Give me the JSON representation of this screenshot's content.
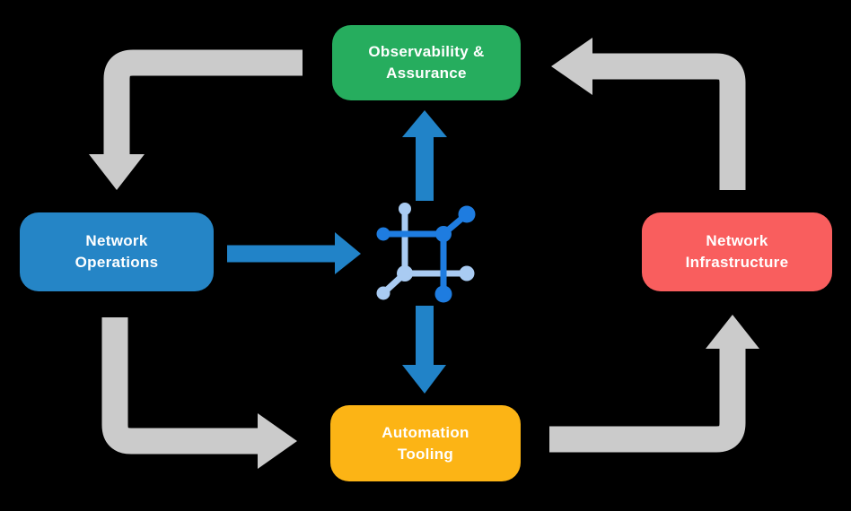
{
  "diagram": {
    "background": "#000000",
    "nodes": {
      "observability": {
        "label": "Observability &\nAssurance",
        "color": "#26AD5E"
      },
      "operations": {
        "label": "Network\nOperations",
        "color": "#2585C6"
      },
      "infrastructure": {
        "label": "Network\nInfrastructure",
        "color": "#F95E5E"
      },
      "automation": {
        "label": "Automation\nTooling",
        "color": "#FCB415"
      }
    },
    "colors": {
      "cycle_arrow_gray": "#CBCBCB",
      "flow_arrow_blue": "#2183C8",
      "icon_dark_blue": "#1E7CE0",
      "icon_light_blue": "#A9CBF2",
      "label_text": "#FFFFFF"
    },
    "icons": {
      "center": "network-mesh-icon"
    }
  }
}
